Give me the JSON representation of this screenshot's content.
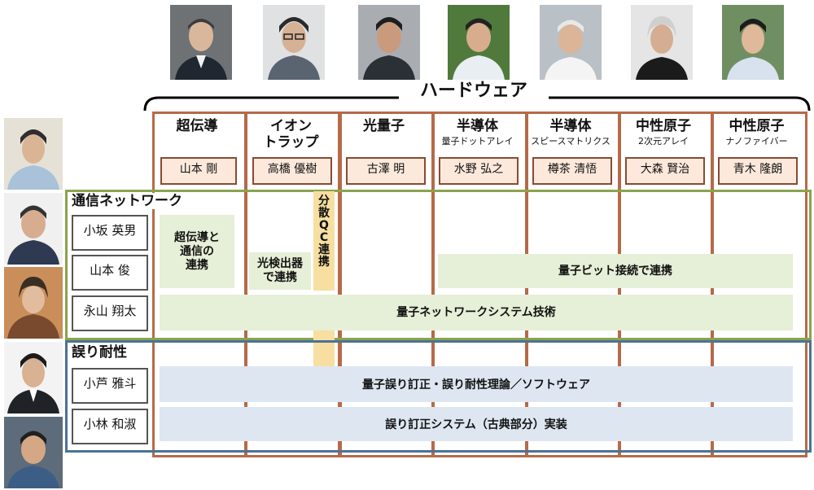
{
  "header": {
    "hardware_label": "ハードウェア"
  },
  "columns": [
    {
      "title": "超伝導",
      "subtitle": "",
      "person": "山本 剛"
    },
    {
      "title": "イオン\nトラップ",
      "subtitle": "",
      "person": "高橋 優樹"
    },
    {
      "title": "光量子",
      "subtitle": "",
      "person": "古澤 明"
    },
    {
      "title": "半導体",
      "subtitle": "量子ドットアレイ",
      "person": "水野 弘之"
    },
    {
      "title": "半導体",
      "subtitle": "スピースマトリクス",
      "person": "樽茶 清悟"
    },
    {
      "title": "中性原子",
      "subtitle": "2次元アレイ",
      "person": "大森 賢治"
    },
    {
      "title": "中性原子",
      "subtitle": "ナノファイバー",
      "person": "青木 隆朗"
    }
  ],
  "sections": {
    "network": {
      "title": "通信ネットワーク",
      "members": [
        "小坂 英男",
        "山本 俊",
        "永山 翔太"
      ]
    },
    "error": {
      "title": "誤り耐性",
      "members": [
        "小芦 雅斗",
        "小林 和淑"
      ]
    }
  },
  "bars": {
    "superconduct_link": "超伝導と\n通信の\n連携",
    "photodetector_link": "光検出器\nで連携",
    "distributed_qc": [
      "分",
      "散",
      "Q",
      "C",
      "連",
      "携"
    ],
    "qubit_connect": "量子ビット接続で連携",
    "network_tech": "量子ネットワークシステム技術",
    "qec_theory": "量子誤り訂正・誤り耐性理論／ソフトウェア",
    "qec_impl": "誤り訂正システム（古典部分）実装"
  },
  "colors": {
    "column_border": "#b66a48",
    "name_box_fill": "#fde9dc",
    "network_border": "#8aa34d",
    "network_fill": "#e6efd7",
    "error_border": "#4b7393",
    "error_fill": "#dde6f1",
    "distributed_fill": "#f6dfa0"
  }
}
